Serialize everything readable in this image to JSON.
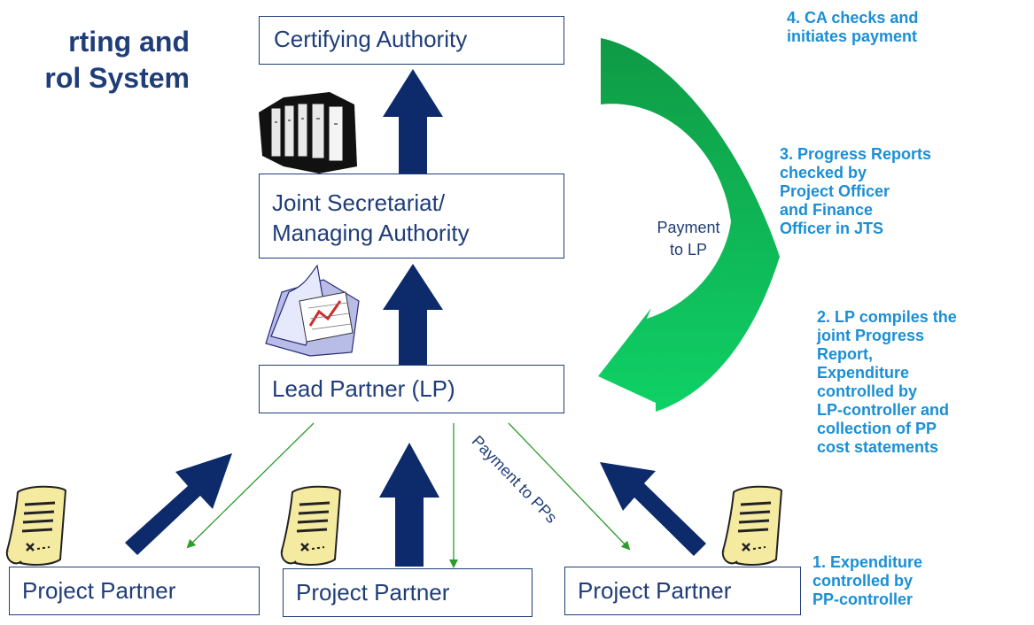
{
  "title": {
    "line1": "rting and",
    "line2": "rol System"
  },
  "boxes": {
    "certifying_authority": "Certifying Authority",
    "joint_secretariat": {
      "line1": "Joint Secretariat/",
      "line2": "Managing Authority"
    },
    "lead_partner": "Lead Partner (LP)",
    "project_partner_1": "Project Partner",
    "project_partner_2": "Project Partner",
    "project_partner_3": "Project Partner"
  },
  "payment_to_lp": {
    "line1": "Payment",
    "line2": "to LP"
  },
  "payment_to_pps": "Payment to PPs",
  "steps": {
    "step4": [
      "4. CA checks and",
      "initiates payment"
    ],
    "step3": [
      "3. Progress Reports",
      "checked by",
      "Project Officer",
      "and Finance",
      "Officer in JTS"
    ],
    "step2": [
      "2. LP compiles the",
      "joint Progress",
      "Report,",
      "Expenditure",
      "controlled by",
      "LP-controller and",
      "collection of PP",
      "cost statements"
    ],
    "step1": [
      "1. Expenditure",
      "controlled by",
      "PP-controller"
    ]
  },
  "icons": [
    "binders-icon",
    "documents-icon",
    "scroll-icon",
    "scroll-icon",
    "scroll-icon"
  ],
  "colors": {
    "navy": "#1f3d78",
    "arrow_navy": "#0d2a6b",
    "step_text": "#1a8fd6",
    "payment_arrow_top": "#0f9a45",
    "payment_arrow_bottom": "#0fd166",
    "payment_line": "#2e9b2e"
  }
}
